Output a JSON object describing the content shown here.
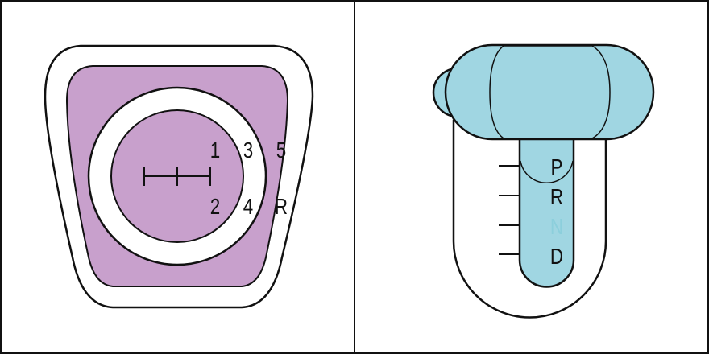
{
  "colors": {
    "manual_fill": "#c8a0cc",
    "automatic_fill": "#a0d6e2",
    "highlight": "#8ccfdc",
    "outline": "#111111"
  },
  "manual": {
    "gears_top": [
      "1",
      "3",
      "5"
    ],
    "gears_bottom": [
      "2",
      "4",
      "R"
    ]
  },
  "automatic": {
    "positions": [
      "P",
      "R",
      "N",
      "D"
    ],
    "selected": "N"
  }
}
